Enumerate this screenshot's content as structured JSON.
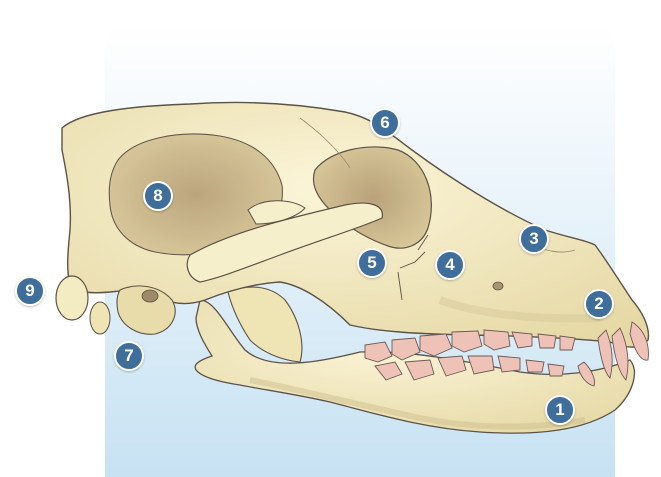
{
  "colors": {
    "bone": "#f3ebc1",
    "bone_shadow": "#c9b98c",
    "fossa": "#b89f78",
    "outline": "#5c5246",
    "teeth": "#efc2b8",
    "backdrop_top": "#ffffff",
    "backdrop_bottom": "#c7e2f3",
    "marker_fill": "#3f6e9b"
  },
  "markers": [
    {
      "label": "1"
    },
    {
      "label": "2"
    },
    {
      "label": "3"
    },
    {
      "label": "4"
    },
    {
      "label": "5"
    },
    {
      "label": "6"
    },
    {
      "label": "7"
    },
    {
      "label": "8"
    },
    {
      "label": "9"
    }
  ]
}
